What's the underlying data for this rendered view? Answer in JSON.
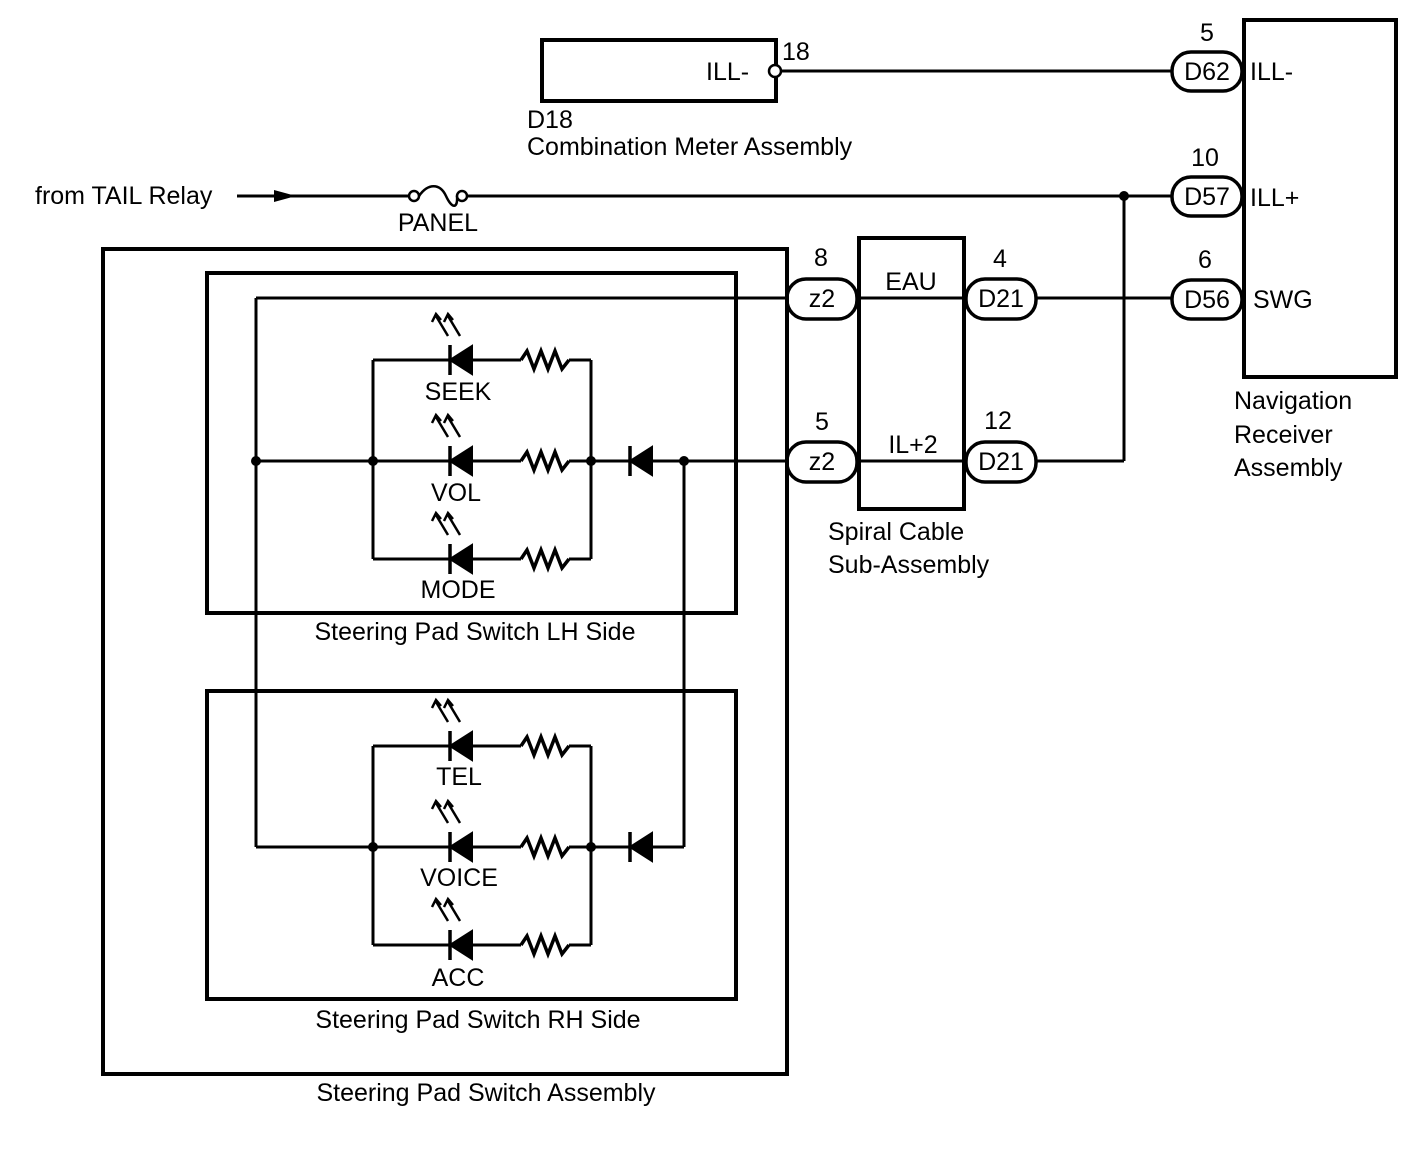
{
  "combination_meter": {
    "code": "D18",
    "name": "Combination Meter Assembly",
    "pin_label": "ILL-",
    "pin_number": "18"
  },
  "tail_source": {
    "label": "from TAIL Relay"
  },
  "fuse": {
    "label": "PANEL"
  },
  "navigation": {
    "name_line1": "Navigation",
    "name_line2": "Receiver",
    "name_line3": "Assembly",
    "pins": [
      {
        "connector": "D62",
        "number": "5",
        "label": "ILL-"
      },
      {
        "connector": "D57",
        "number": "10",
        "label": "ILL+"
      },
      {
        "connector": "D56",
        "number": "6",
        "label": "SWG"
      }
    ]
  },
  "spiral_cable": {
    "name_line1": "Spiral Cable",
    "name_line2": "Sub-Assembly",
    "eau": {
      "label": "EAU",
      "left_connector": "z2",
      "left_number": "8",
      "right_connector": "D21",
      "right_number": "4"
    },
    "il2": {
      "label": "IL+2",
      "left_connector": "z2",
      "left_number": "5",
      "right_connector": "D21",
      "right_number": "12"
    }
  },
  "steering_pad": {
    "assembly_name": "Steering Pad Switch Assembly",
    "lh_name": "Steering Pad Switch LH Side",
    "rh_name": "Steering Pad Switch RH Side",
    "lh_switches": [
      "SEEK",
      "VOL",
      "MODE"
    ],
    "rh_switches": [
      "TEL",
      "VOICE",
      "ACC"
    ]
  }
}
